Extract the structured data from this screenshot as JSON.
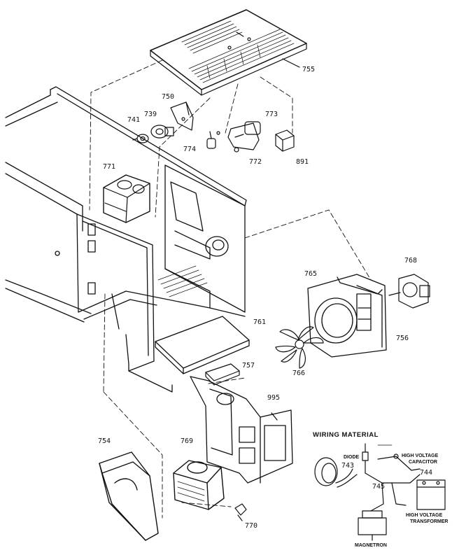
{
  "diagram": {
    "part_labels": {
      "p755": "755",
      "p750": "750",
      "p741": "741",
      "p739": "739",
      "p773": "773",
      "p774": "774",
      "p772": "772",
      "p891": "891",
      "p771": "771",
      "p768": "768",
      "p765": "765",
      "p756": "756",
      "p761": "761",
      "p766": "766",
      "p757": "757",
      "p995": "995",
      "p754": "754",
      "p769": "769",
      "p770": "770",
      "p743": "743",
      "p744": "744",
      "p745": "745"
    },
    "wiring": {
      "title": "WIRING MATERIAL",
      "diode": "DIODE",
      "capacitor_line1": "HIGH VOLTAGE",
      "capacitor_line2": "CAPACITOR",
      "transformer_line1": "HIGH VOLTAGE",
      "transformer_line2": "TRANSFORMER",
      "magnetron": "MAGNETRON"
    }
  }
}
